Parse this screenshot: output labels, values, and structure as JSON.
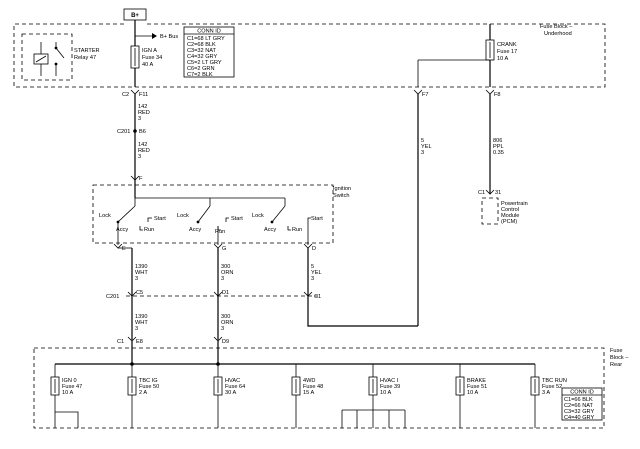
{
  "top": {
    "b_plus": "B+",
    "b_bus": "B+ Bus"
  },
  "underhood": {
    "block_label": [
      "Fuse Block –",
      "Underhood"
    ],
    "starter_relay": [
      "STARTER",
      "Relay 47"
    ],
    "ign_a_fuse": [
      "IGN A",
      "Fuse 34",
      "40 A"
    ],
    "crank_fuse": [
      "CRANK",
      "Fuse 17",
      "10 A"
    ],
    "conn_id": {
      "title": "CONN ID",
      "items": [
        "C1=68 LT GRY",
        "C2=68 BLK",
        "C3=32 NAT",
        "C4=32 GRY",
        "C5=2 LT GRY",
        "C6=2 GRN",
        "C7=2 BLK"
      ]
    },
    "terminals": {
      "c2": "C2",
      "f11": "F11",
      "f7": "F7",
      "f8": "F8"
    }
  },
  "wires": {
    "w142a": [
      "142",
      "RED",
      "3"
    ],
    "w142b": [
      "142",
      "RED",
      "3"
    ],
    "w5a": [
      "5",
      "YEL",
      "3"
    ],
    "w806": [
      "806",
      "PPL",
      "0.35"
    ],
    "w1390a": [
      "1390",
      "WHT",
      "3"
    ],
    "w300a": [
      "300",
      "ORN",
      "3"
    ],
    "w5b": [
      "5",
      "YEL",
      "3"
    ],
    "w1390b": [
      "1390",
      "WHT",
      "3"
    ],
    "w300b": [
      "300",
      "ORN",
      "3"
    ]
  },
  "connectors": {
    "c201_b6": [
      "C201",
      "B6"
    ],
    "f_in": "F",
    "c201_row": {
      "c201": "C201",
      "c5": "C5",
      "d1": "D1",
      "c1": "C1"
    },
    "rear_in": {
      "c1": "C1",
      "e8": "E8",
      "d9": "D9"
    },
    "pcm_in": {
      "c1": "C1",
      "pin": "31"
    },
    "ign_out": {
      "e": "E",
      "g": "G",
      "d": "D"
    }
  },
  "ignition": {
    "label": [
      "Ignition",
      "Switch"
    ],
    "s1": {
      "lock": "Lock",
      "start": "Start",
      "accy": "Accy",
      "run": "Run"
    },
    "s2": {
      "lock": "Lock",
      "start": "Start",
      "accy": "Accy",
      "run": "Run"
    },
    "s3": {
      "lock": "Lock",
      "start": "Start",
      "accy": "Accy",
      "run": "Run"
    }
  },
  "pcm": [
    "Powertrain",
    "Control",
    "Module",
    "(PCM)"
  ],
  "rear": {
    "block_label": [
      "Fuse",
      "Block –",
      "Rear"
    ],
    "fuses": [
      [
        "IGN 0",
        "Fuse 47",
        "10 A"
      ],
      [
        "TBC IG",
        "Fuse 50",
        "2 A"
      ],
      [
        "HVAC",
        "Fuse 64",
        "30 A"
      ],
      [
        "4WD",
        "Fuse 48",
        "15 A"
      ],
      [
        "HVAC I",
        "Fuse 39",
        "10 A"
      ],
      [
        "BRAKE",
        "Fuse 51",
        "10 A"
      ],
      [
        "TBC RUN",
        "Fuse 52",
        "3 A"
      ]
    ],
    "conn_id": {
      "title": "CONN ID",
      "items": [
        "C1=66 BLK",
        "C2=66 NAT",
        "C3=32 GRY",
        "C4=40 GRY"
      ]
    }
  }
}
